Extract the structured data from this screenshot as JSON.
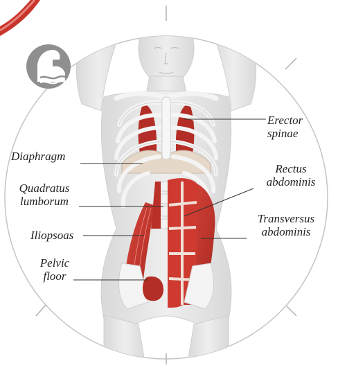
{
  "figure": {
    "subject": "core muscles anatomy",
    "colors": {
      "muscle": "#c8352c",
      "muscle_light": "#e8827a",
      "skeleton": "#f2f2f2",
      "body": "#e3e3e3",
      "ring": "#bdbdbd",
      "logo": "#8a8a8a",
      "text": "#222222"
    },
    "icons": {
      "logo": "flexed-arm-wave-logo-icon",
      "corner": "muscle-fiber-corner-icon"
    }
  },
  "labels": {
    "erector_spinae": [
      "Erector",
      "spinae"
    ],
    "diaphragm": [
      "Diaphragm"
    ],
    "rectus_abdominis": [
      "Rectus",
      "abdominis"
    ],
    "quadratus_lumborum": [
      "Quadratus",
      "lumborum"
    ],
    "transversus_abdominis": [
      "Transversus",
      "abdominis"
    ],
    "iliopsoas": [
      "Iliopsoas"
    ],
    "pelvic_floor": [
      "Pelvic",
      "floor"
    ]
  }
}
